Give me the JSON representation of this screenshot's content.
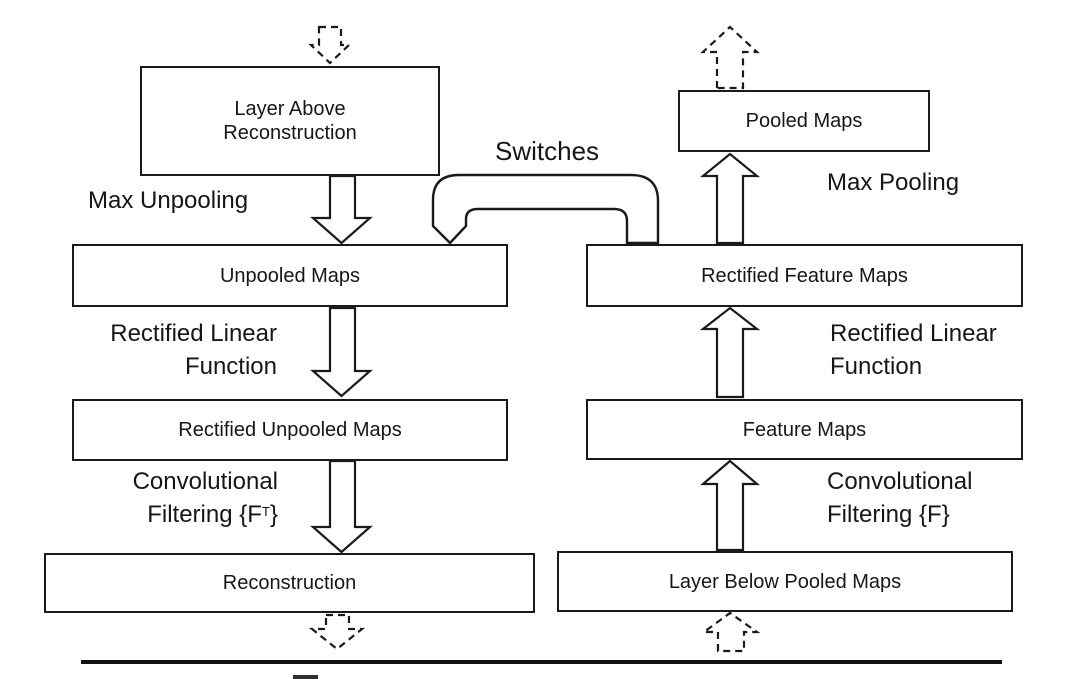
{
  "colors": {
    "ink": "#1a1a1a",
    "background": "#ffffff"
  },
  "boxes": {
    "layer_above_reconstruction": {
      "line1": "Layer Above",
      "line2": "Reconstruction"
    },
    "unpooled_maps": "Unpooled Maps",
    "rectified_unpooled_maps": "Rectified Unpooled Maps",
    "reconstruction": "Reconstruction",
    "pooled_maps": "Pooled Maps",
    "rectified_feature_maps": "Rectified Feature Maps",
    "feature_maps": "Feature Maps",
    "layer_below_pooled_maps": "Layer Below Pooled Maps"
  },
  "labels": {
    "max_unpooling": "Max Unpooling",
    "switches": "Switches",
    "max_pooling": "Max Pooling",
    "rectified_linear_left": {
      "line1": "Rectified Linear",
      "line2": "Function"
    },
    "convolutional_filtering_left": {
      "line1": "Convolutional",
      "line2_prefix": "Filtering {F",
      "line2_superscript": "T",
      "line2_suffix": "}"
    },
    "rectified_linear_right": {
      "line1": "Rectified Linear",
      "line2": "Function"
    },
    "convolutional_filtering_right": {
      "line1": "Convolutional",
      "line2": "Filtering {F}"
    }
  },
  "arrows": [
    {
      "name": "dashed-input-top-left",
      "style": "dashed",
      "direction": "down"
    },
    {
      "name": "dashed-output-top-right",
      "style": "dashed",
      "direction": "up"
    },
    {
      "name": "dashed-output-bottom-left",
      "style": "dashed",
      "direction": "down"
    },
    {
      "name": "dashed-input-bottom-right",
      "style": "dashed",
      "direction": "up"
    },
    {
      "name": "max-unpooling-arrow",
      "style": "solid-outline",
      "direction": "down"
    },
    {
      "name": "rectified-linear-left-arrow",
      "style": "solid-outline",
      "direction": "down"
    },
    {
      "name": "convolutional-filtering-left-arrow",
      "style": "solid-outline",
      "direction": "down"
    },
    {
      "name": "convolutional-filtering-right-arrow",
      "style": "solid-outline",
      "direction": "up"
    },
    {
      "name": "rectified-linear-right-arrow",
      "style": "solid-outline",
      "direction": "up"
    },
    {
      "name": "max-pooling-arrow",
      "style": "solid-outline",
      "direction": "up"
    },
    {
      "name": "switches-band-arrow",
      "style": "solid-outline-curved",
      "direction": "right-to-left-down"
    }
  ]
}
